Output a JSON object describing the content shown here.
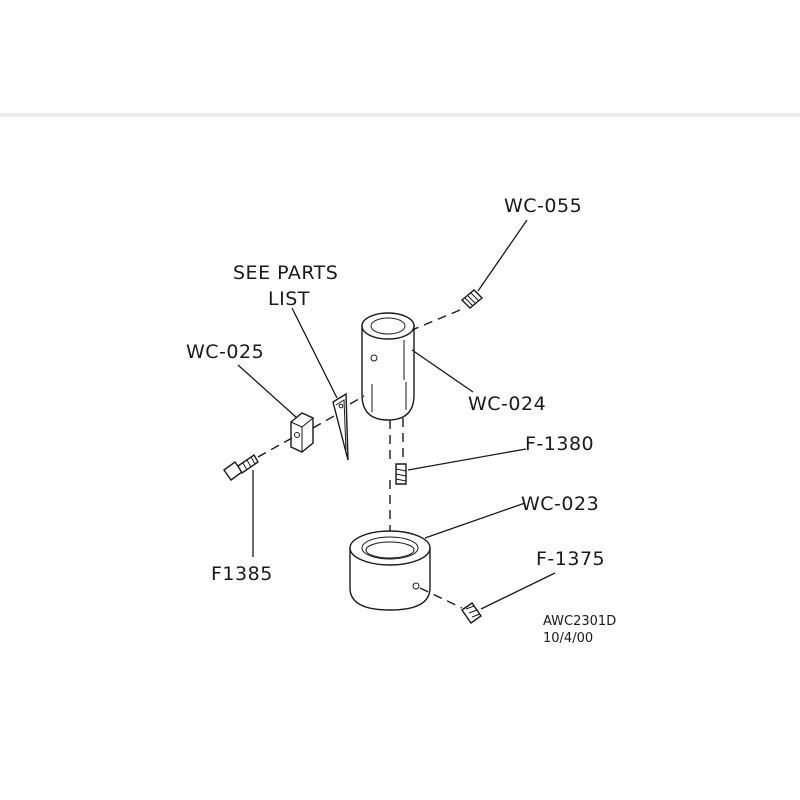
{
  "labels": {
    "wc055": "WC-055",
    "see_parts_1": "SEE PARTS",
    "see_parts_2": "LIST",
    "wc025": "WC-025",
    "wc024": "WC-024",
    "f1380": "F-1380",
    "wc023": "WC-023",
    "f1375": "F-1375",
    "f1385": "F1385",
    "drawing_no": "AWC2301D",
    "date": "10/4/00"
  }
}
